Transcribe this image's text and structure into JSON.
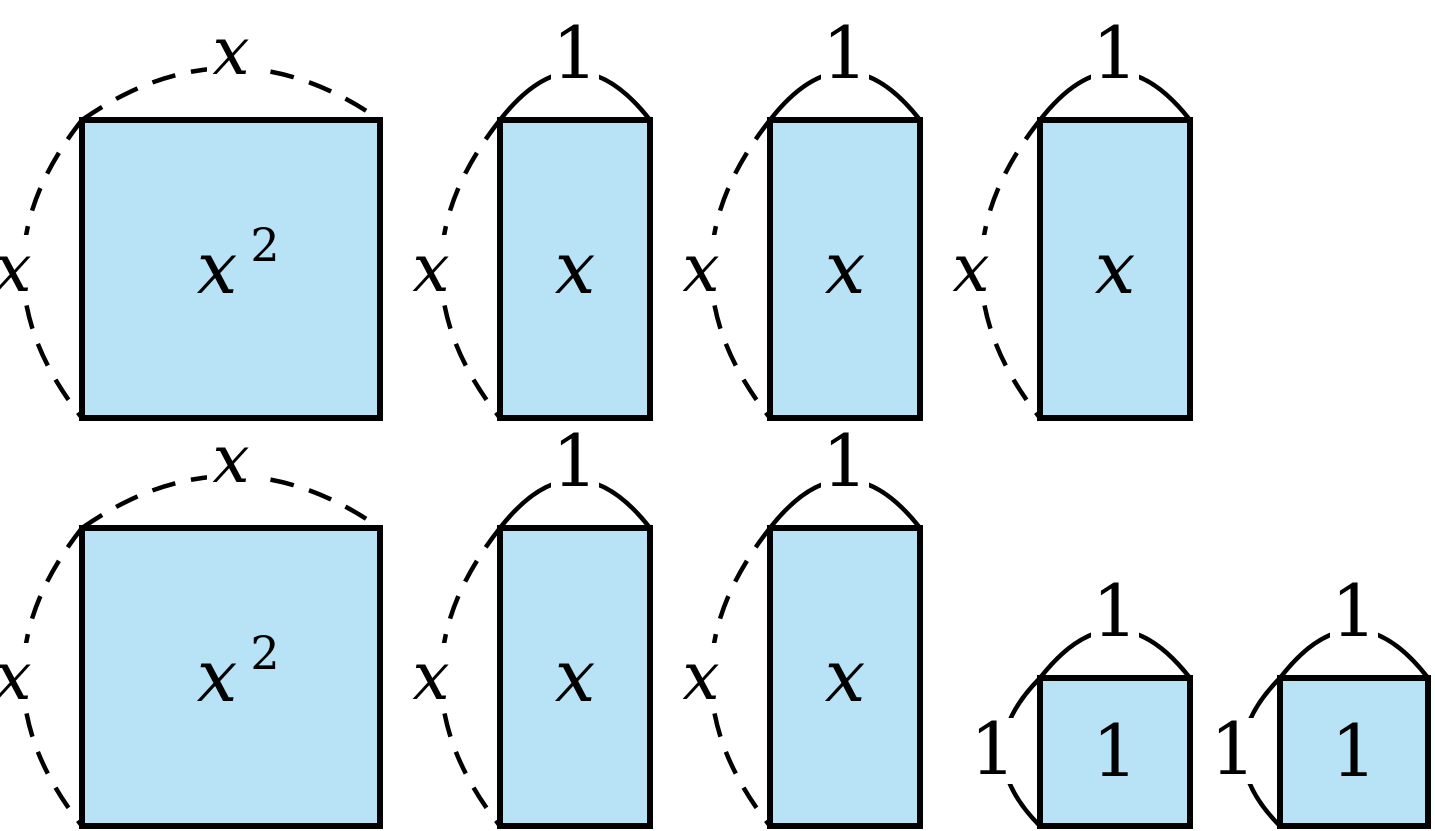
{
  "colors": {
    "tile_fill": "#b8e2f5",
    "tile_stroke": "#000000"
  },
  "rows": [
    {
      "tiles": [
        {
          "type": "x2",
          "width_label": "x",
          "height_label": "x",
          "area": "x",
          "area_exp": "2"
        },
        {
          "type": "x",
          "width_label": "1",
          "height_label": "x",
          "area": "x"
        },
        {
          "type": "x",
          "width_label": "1",
          "height_label": "x",
          "area": "x"
        },
        {
          "type": "x",
          "width_label": "1",
          "height_label": "x",
          "area": "x"
        }
      ]
    },
    {
      "tiles": [
        {
          "type": "x2",
          "width_label": "x",
          "height_label": "x",
          "area": "x",
          "area_exp": "2"
        },
        {
          "type": "x",
          "width_label": "1",
          "height_label": "x",
          "area": "x"
        },
        {
          "type": "x",
          "width_label": "1",
          "height_label": "x",
          "area": "x"
        },
        {
          "type": "unit",
          "width_label": "1",
          "height_label": "1",
          "area": "1"
        },
        {
          "type": "unit",
          "width_label": "1",
          "height_label": "1",
          "area": "1"
        }
      ]
    }
  ]
}
